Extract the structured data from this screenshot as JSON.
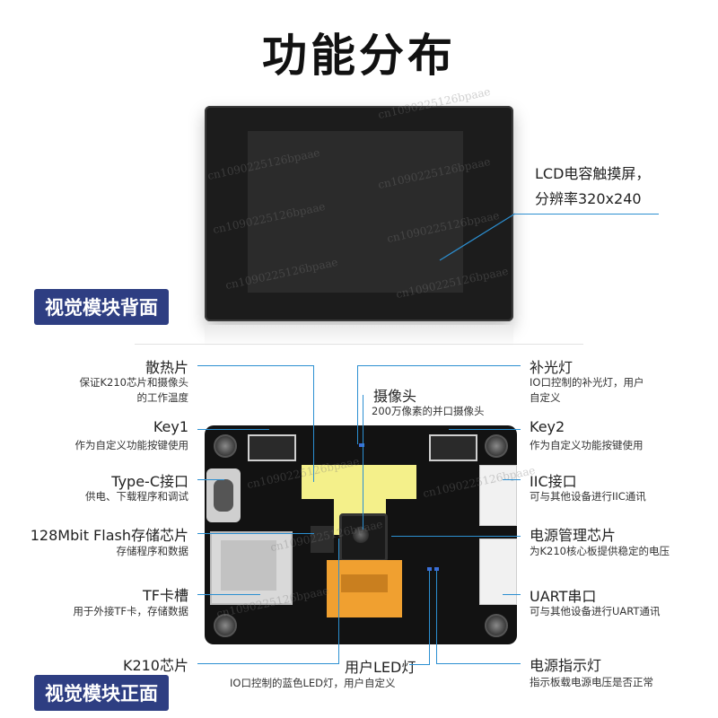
{
  "title": "功能分布",
  "back": {
    "badge": "视觉模块背面",
    "lcd_label_1": "LCD电容触摸屏，",
    "lcd_label_2": "分辨率320x240"
  },
  "front": {
    "badge": "视觉模块正面",
    "callouts": {
      "heatsink": {
        "title": "散热片",
        "desc_1": "保证K210芯片和摄像头",
        "desc_2": "的工作温度"
      },
      "camera": {
        "title": "摄像头",
        "desc_1": "200万像素的并口摄像头"
      },
      "filllight": {
        "title": "补光灯",
        "desc_1": "IO口控制的补光灯，用户",
        "desc_2": "自定义"
      },
      "key1": {
        "title": "Key1",
        "desc_1": "作为自定义功能按键使用"
      },
      "key2": {
        "title": "Key2",
        "desc_1": "作为自定义功能按键使用"
      },
      "typec": {
        "title": "Type-C接口",
        "desc_1": "供电、下载程序和调试"
      },
      "iic": {
        "title": "IIC接口",
        "desc_1": "可与其他设备进行IIC通讯"
      },
      "flash": {
        "title": "128Mbit Flash存储芯片",
        "desc_1": "存储程序和数据"
      },
      "power": {
        "title": "电源管理芯片",
        "desc_1": "为K210核心板提供稳定的电压"
      },
      "tf": {
        "title": "TF卡槽",
        "desc_1": "用于外接TF卡，存储数据"
      },
      "uart": {
        "title": "UART串口",
        "desc_1": "可与其他设备进行UART通讯"
      },
      "k210": {
        "title": "K210芯片"
      },
      "userled": {
        "title": "用户LED灯",
        "desc_1": "IO口控制的蓝色LED灯，用户自定义"
      },
      "powerled": {
        "title": "电源指示灯",
        "desc_1": "指示板载电源电压是否正常"
      }
    }
  },
  "watermark": "cn1090225126bpaae",
  "colors": {
    "badge": "#2e3e82",
    "line": "#2c8fd1",
    "heatsink": "#f4f08a",
    "fpc": "#f0a030"
  }
}
